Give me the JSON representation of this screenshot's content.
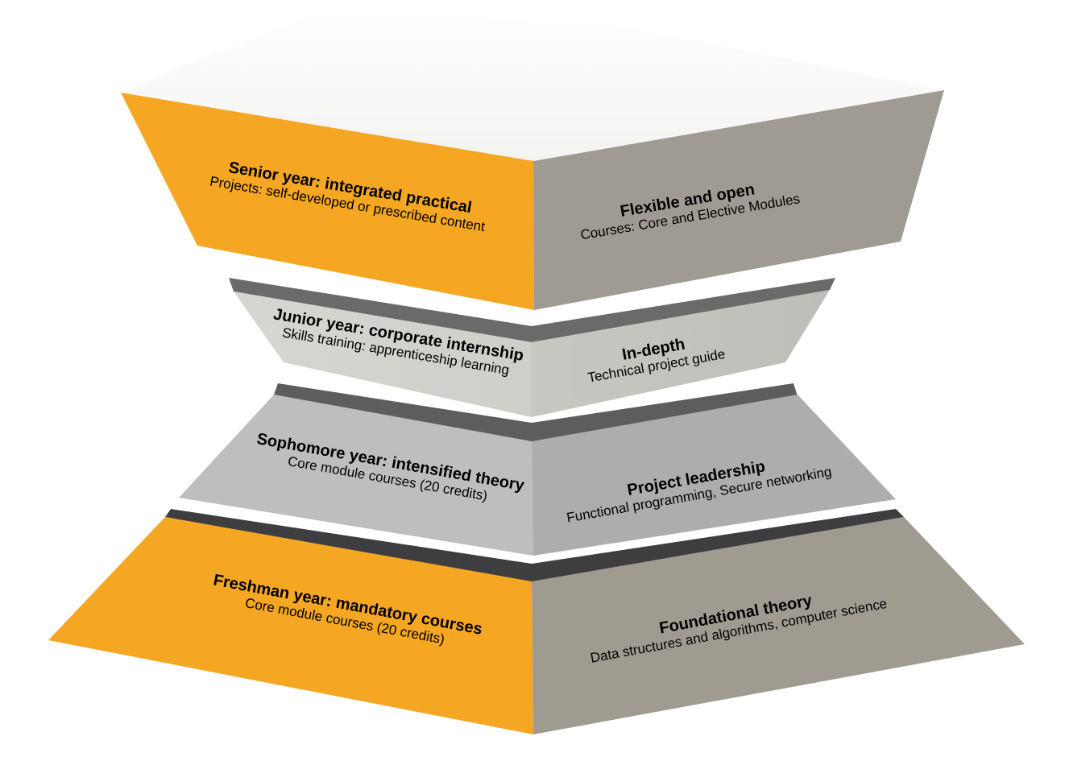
{
  "colors": {
    "orange": "#F5A623",
    "right_face_gray": "#A09B92",
    "light_gray": "#D2D1CC",
    "mid_gray": "#BDBDBD",
    "dark_strip": "#5E5E5E",
    "top_face": "#FBFBFA"
  },
  "layers": [
    {
      "level": "senior",
      "left": {
        "title": "Senior year: integrated practical",
        "subtitle": "Projects: self-developed or prescribed content"
      },
      "right": {
        "title": "Flexible and open",
        "subtitle": "Courses: Core and Elective Modules"
      }
    },
    {
      "level": "junior",
      "left": {
        "title": "Junior year: corporate internship",
        "subtitle": "Skills training: apprenticeship learning"
      },
      "right": {
        "title": "In-depth",
        "subtitle": "Technical project guide"
      }
    },
    {
      "level": "sophomore",
      "left": {
        "title": "Sophomore year: intensified theory",
        "subtitle": "Core module courses (20 credits)"
      },
      "right": {
        "title": "Project leadership",
        "subtitle": "Functional programming, Secure networking"
      }
    },
    {
      "level": "freshman",
      "left": {
        "title": "Freshman year: mandatory courses",
        "subtitle": "Core module courses (20 credits)"
      },
      "right": {
        "title": "Foundational theory",
        "subtitle": "Data structures and algorithms, computer science"
      }
    }
  ]
}
